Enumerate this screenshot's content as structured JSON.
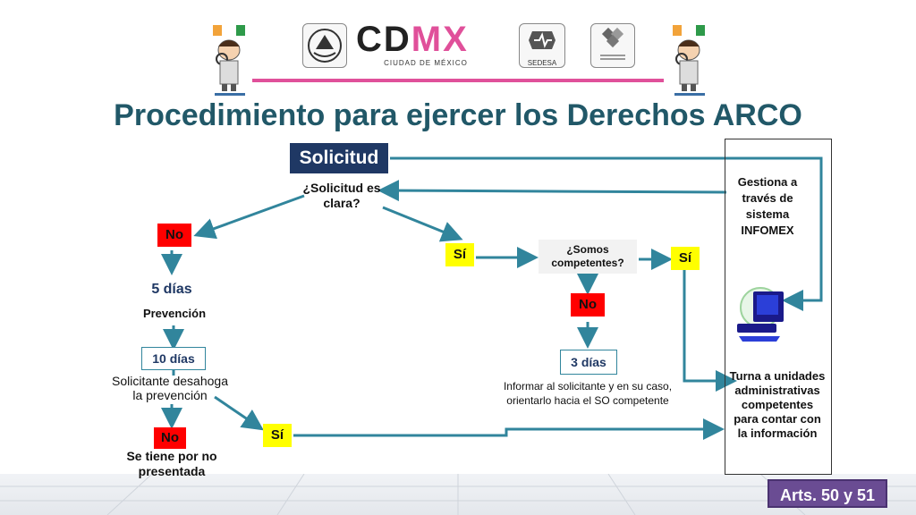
{
  "header": {
    "cdmx_logo": "CDMX",
    "cdmx_subtitle": "CIUDAD DE MÉXICO",
    "sedesa_label": "SEDESA"
  },
  "title": "Procedimiento para ejercer los Derechos ARCO",
  "flow": {
    "solicitud": "Solicitud",
    "clara_q": "¿Solicitud es clara?",
    "no_left": "No",
    "cinco_dias": "5 días",
    "prevencion": "Prevención",
    "diez_dias": "10 días",
    "solicitante_desahoga": "Solicitante desahoga la prevención",
    "no_bottom": "No",
    "no_presentada": "Se tiene por no presentada",
    "si_bottom": "Sí",
    "si_mid": "Sí",
    "competentes_q": "¿Somos competentes?",
    "si_right": "Sí",
    "no_mid": "No",
    "tres_dias": "3 días",
    "informar": "Informar al solicitante y en su caso, orientarlo hacia el SO competente",
    "gestiona": "Gestiona a través de sistema INFOMEX",
    "turna": "Turna a unidades administrativas competentes para contar con la información"
  },
  "footer": {
    "badge": "Arts. 50 y 51"
  },
  "colors": {
    "title": "#215868",
    "arrow": "#31859c",
    "navy": "#1f3864",
    "red": "#ff0000",
    "yellow": "#ffff00",
    "badge": "#6a4c93",
    "pink": "#e0509a"
  },
  "icons": [
    "detective-cartoon-icon",
    "coat-of-arms-icon",
    "sedesa-icon",
    "services-logo-icon",
    "computer-icon"
  ]
}
